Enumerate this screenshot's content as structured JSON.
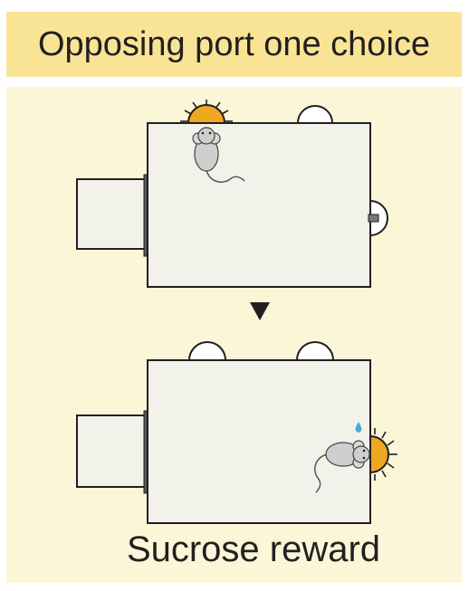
{
  "title": "Opposing port one choice",
  "caption": "Sucrose reward",
  "colors": {
    "title_bg": "#f9e496",
    "panel_bg": "#fbf6d8",
    "box_fill": "#f2f2ea",
    "outline": "#231f20",
    "active_port": "#f0a820",
    "mouse_body": "#cfcfcf",
    "reward_drop": "#4aa9d8"
  },
  "scenes": [
    {
      "id": "choice",
      "active_port": "top-left",
      "mouse": "at top-left port"
    },
    {
      "id": "reward",
      "active_port": "right",
      "mouse": "at right port with sucrose drop"
    }
  ]
}
